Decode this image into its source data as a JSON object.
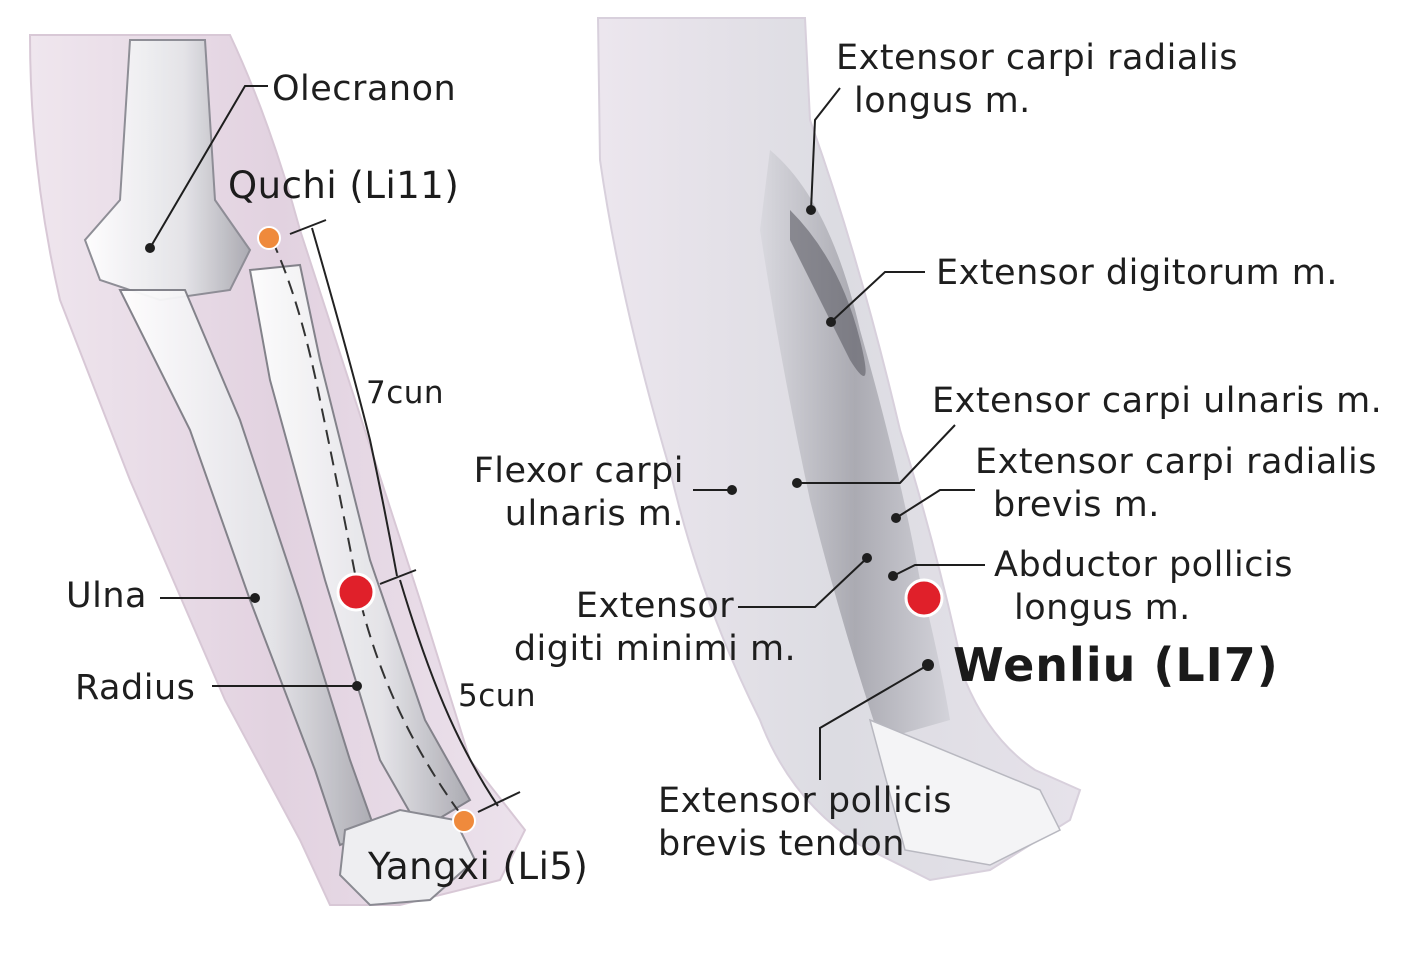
{
  "left_figure": {
    "labels": {
      "olecranon": "Olecranon",
      "quchi": "Quchi (Li11)",
      "ulna": "Ulna",
      "radius": "Radius",
      "yangxi": "Yangxi (Li5)",
      "dist_upper": "7cun",
      "dist_lower": "5cun"
    }
  },
  "right_figure": {
    "labels": {
      "ecrl_1": "Extensor carpi radialis",
      "ecrl_2": "longus m.",
      "ed": "Extensor digitorum m.",
      "ecu": "Extensor carpi ulnaris m.",
      "ecrb_1": "Extensor carpi radialis",
      "ecrb_2": "brevis m.",
      "fcu_1": "Flexor carpi",
      "fcu_2": "ulnaris m.",
      "apl_1": "Abductor pollicis",
      "apl_2": "longus m.",
      "edm_1": "Extensor",
      "edm_2": "digiti minimi m.",
      "wenliu": "Wenliu (LI7)",
      "epb_1": "Extensor pollicis",
      "epb_2": "brevis tendon"
    }
  },
  "colors": {
    "acupoint_main": "#e0202a",
    "acupoint_secondary": "#ef8a3c",
    "skin_tint": "#e8dbe6",
    "bone": "#f2f2f4",
    "leader_line": "#1e1e1e"
  }
}
